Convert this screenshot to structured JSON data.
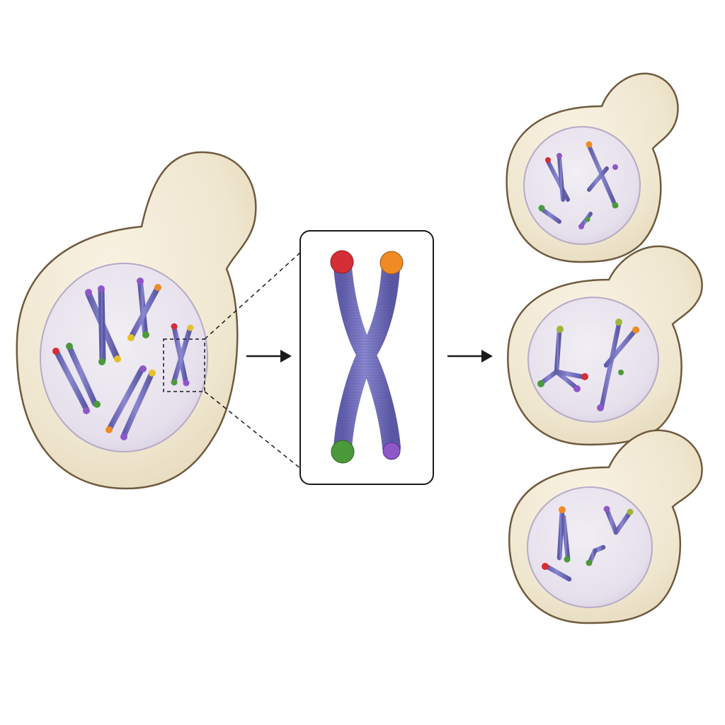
{
  "diagram": {
    "kind": "yeast-cell-chromosome-process",
    "stages": [
      "parent-cell",
      "chromosome-zoom",
      "daughter-cells"
    ],
    "colors": {
      "cytoplasm": "#efe6cf",
      "cell_outline": "#6f5a3e",
      "nucleus": "#e6e0ec",
      "nucleus_edge": "#b7aac6",
      "chromatid": "#7b78c2",
      "chromatid_dark": "#4e4c93",
      "telomere_red": "#d42e36",
      "telomere_orange": "#f08a24",
      "telomere_green": "#4a9a3a",
      "telomere_purple": "#8e57c8",
      "telomere_yellow": "#e6c02a",
      "arrow": "#1a1a1a"
    },
    "icons": [
      "right-arrow-icon",
      "right-arrow-icon"
    ]
  }
}
